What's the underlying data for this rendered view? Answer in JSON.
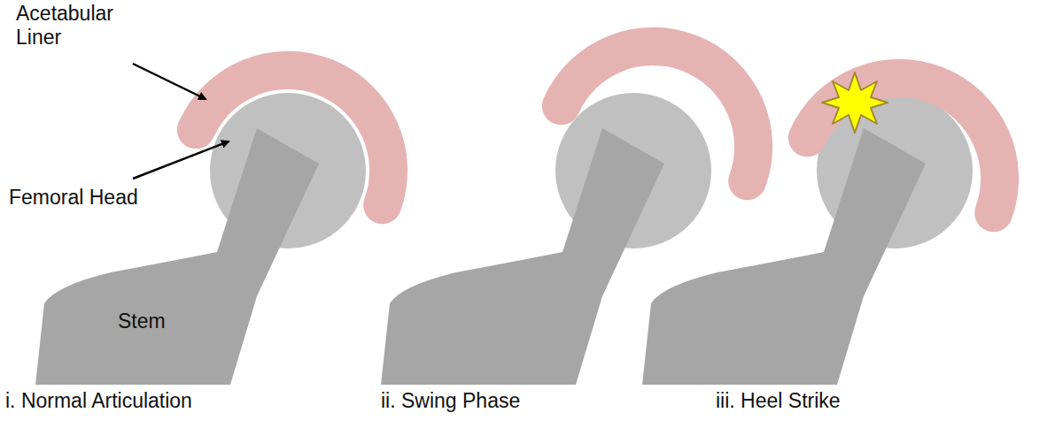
{
  "diagram": {
    "labels": [
      "Acetabular Liner",
      "Femoral Head",
      "Stem",
      "i. Normal Articulation",
      "ii. Swing Phase",
      "iii. Heel Strike"
    ]
  }
}
